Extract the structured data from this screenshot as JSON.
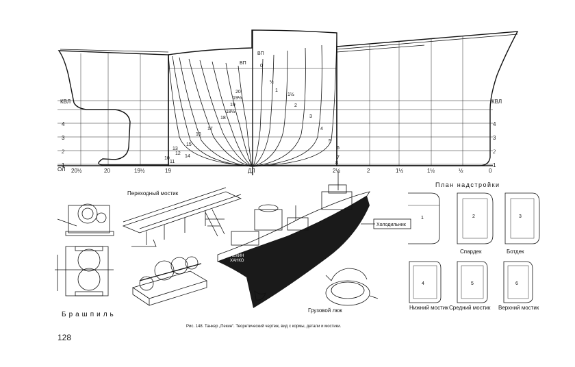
{
  "profile": {
    "wl_labels": [
      "КВЛ",
      "4",
      "3",
      "2",
      "1",
      "ОЛ"
    ],
    "left_stations": [
      "20½",
      "20",
      "19½",
      "19"
    ],
    "right_stations": [
      "2½",
      "2",
      "1½",
      "1½",
      "½",
      "0"
    ],
    "dl_label": "ДЛ",
    "vp_label_top": "ВП",
    "vp_label_mid": "ВП",
    "body_left_numbers": [
      "20",
      "19½",
      "19",
      "18½",
      "18",
      "17",
      "16",
      "15",
      "14",
      "13",
      "12",
      "11",
      "10"
    ],
    "body_right_numbers": [
      "0",
      "½",
      "1",
      "1½",
      "2",
      "3",
      "4",
      "5",
      "6",
      "7",
      "8"
    ]
  },
  "windlass": {
    "title": "Брашпиль"
  },
  "gangway": {
    "title": "Переходный мостик"
  },
  "hatch": {
    "title": "Грузовой люк"
  },
  "ship": {
    "pointer_label": "Холодильник",
    "hull_text_1": "ПЕКИН",
    "hull_text_2": "ХАНКО"
  },
  "superstructure": {
    "title": "План надстройки",
    "decks": [
      {
        "num": "1",
        "name": ""
      },
      {
        "num": "2",
        "name": "Спардек"
      },
      {
        "num": "3",
        "name": "Ботдек"
      },
      {
        "num": "4",
        "name": "Нижний мостик"
      },
      {
        "num": "5",
        "name": "Средний мостик"
      },
      {
        "num": "6",
        "name": "Верхний мостик"
      }
    ]
  },
  "caption": "Рис. 148. Танкер „Пекин“. Теоретический чертеж, вид с кормы, детали и мостики.",
  "page_number": "128"
}
